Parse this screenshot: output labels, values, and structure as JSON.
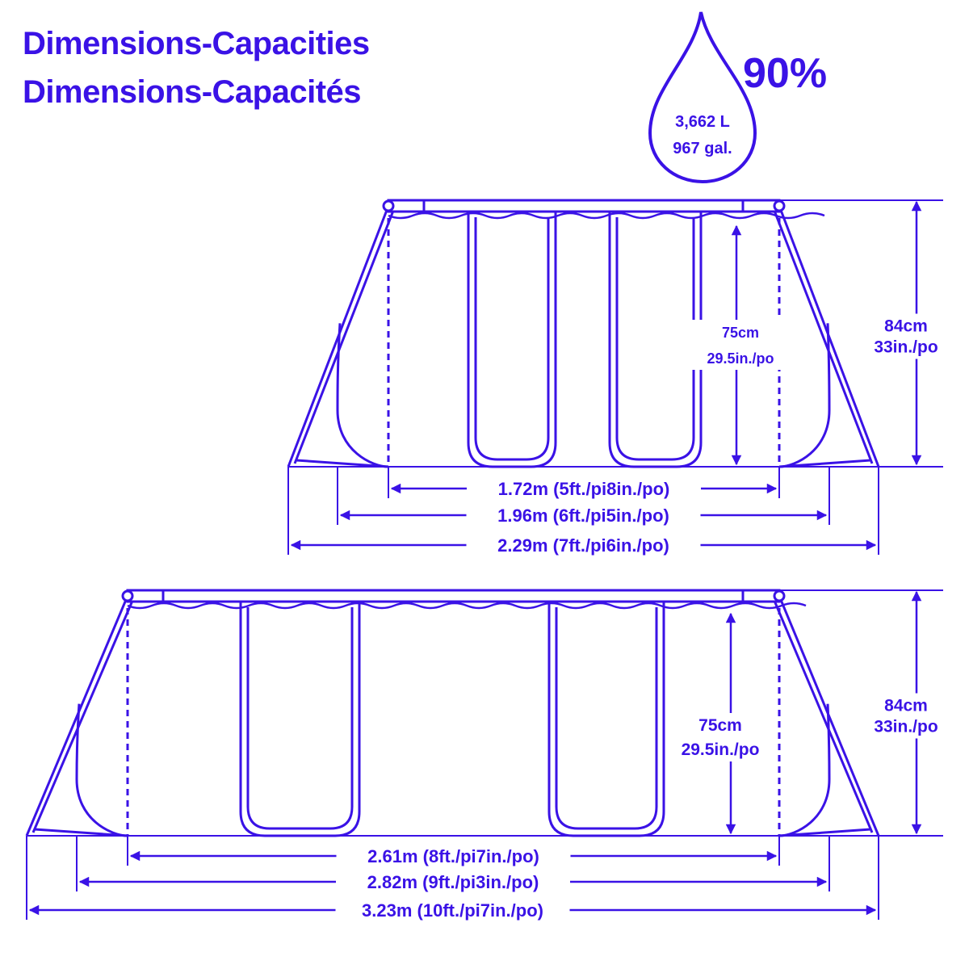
{
  "title_en": "Dimensions-Capacities",
  "title_fr": "Dimensions-Capacités",
  "capacity": {
    "percent": "90%",
    "liters": "3,662 L",
    "gallons": "967 gal."
  },
  "colors": {
    "line": "#3a12e6"
  },
  "pools": [
    {
      "inner_height_cm": "75cm",
      "inner_height_in": "29.5in./po",
      "outer_height_cm": "84cm",
      "outer_height_in": "33in./po",
      "widths": [
        "1.72m (5ft./pi8in./po)",
        "1.96m (6ft./pi5in./po)",
        "2.29m (7ft./pi6in./po)"
      ]
    },
    {
      "inner_height_cm": "75cm",
      "inner_height_in": "29.5in./po",
      "outer_height_cm": "84cm",
      "outer_height_in": "33in./po",
      "widths": [
        "2.61m (8ft./pi7in./po)",
        "2.82m (9ft./pi3in./po)",
        "3.23m (10ft./pi7in./po)"
      ]
    }
  ]
}
